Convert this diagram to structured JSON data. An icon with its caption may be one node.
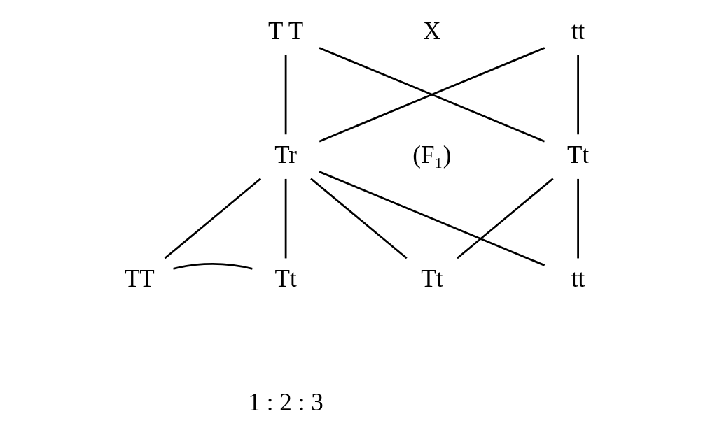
{
  "diagram": {
    "nodes": [
      {
        "text": [
          "T T"
        ]
      },
      {
        "text": [
          "tt"
        ]
      },
      {
        "text": [
          "Tt"
        ]
      },
      {
        "text": [
          "Tr"
        ]
      },
      {
        "text": [
          "TT"
        ]
      },
      {
        "text": [
          "Tt"
        ]
      },
      {
        "text": [
          "Tt"
        ]
      },
      {
        "text": [
          "tt"
        ]
      }
    ],
    "edges": [
      {
        "from": 0,
        "to": 2,
        "arrow": "none"
      },
      {
        "from": 0,
        "to": 3,
        "arrow": "none"
      },
      {
        "from": 1,
        "to": 2,
        "arrow": "none"
      },
      {
        "from": 1,
        "to": 3,
        "arrow": "none"
      },
      {
        "from": 2,
        "to": 7,
        "arrow": "none"
      },
      {
        "from": 2,
        "to": 6,
        "arrow": "none"
      },
      {
        "from": 3,
        "to": 7,
        "arrow": "none"
      },
      {
        "from": 3,
        "to": 5,
        "arrow": "none"
      },
      {
        "from": 3,
        "to": 4,
        "arrow": "none"
      },
      {
        "from": 3,
        "to": 6,
        "arrow": "none"
      },
      {
        "from": 5,
        "to": 4,
        "arrow": "none"
      }
    ],
    "labels": [
      "X",
      "(F₁)",
      "1 : 2 : 3"
    ]
  }
}
